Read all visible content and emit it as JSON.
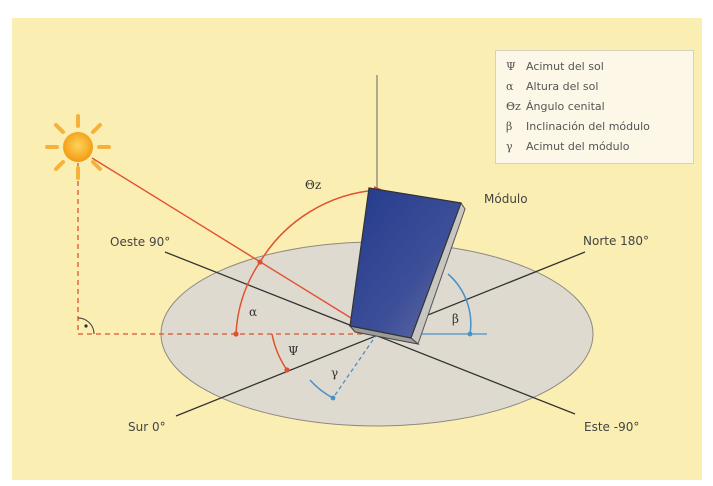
{
  "legend": {
    "items": [
      {
        "symbol": "Ψ",
        "text": "Acimut del sol"
      },
      {
        "symbol": "α",
        "text": "Altura del sol"
      },
      {
        "symbol": "Θz",
        "text": "Ángulo cenital"
      },
      {
        "symbol": "β",
        "text": "Inclinación del módulo"
      },
      {
        "symbol": "γ",
        "text": "Acimut del módulo"
      }
    ]
  },
  "labels": {
    "module": "Módulo",
    "oeste": "Oeste 90°",
    "norte": "Norte 180°",
    "sur": "Sur 0°",
    "este": "Este -90°"
  },
  "angles": {
    "theta": "Θz",
    "alpha": "α",
    "psi": "Ψ",
    "gamma": "γ",
    "beta": "β"
  },
  "colors": {
    "background": "#fbeeb2",
    "ground": "#dedad0",
    "sun": "#f6a21b",
    "sun_rays": "#f5b23a",
    "red_lines": "#e0522e",
    "blue_lines": "#4a90c8",
    "panel": "#3a4a8a"
  }
}
